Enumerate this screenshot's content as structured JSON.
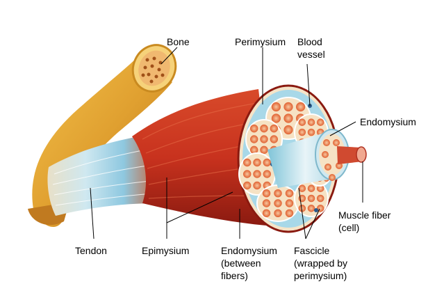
{
  "labels": {
    "bone": "Bone",
    "perimysium": "Perimysium",
    "blood_vessel": [
      "Blood",
      "vessel"
    ],
    "endomysium_right": "Endomysium",
    "muscle_fiber": [
      "Muscle fiber",
      "(cell)"
    ],
    "tendon": "Tendon",
    "epimysium": "Epimysium",
    "endomysium_bottom": [
      "Endomysium",
      "(between",
      "fibers)"
    ],
    "fascicle": [
      "Fascicle",
      "(wrapped by",
      "perimysium)"
    ]
  },
  "colors": {
    "muscle_red": "#c8321e",
    "muscle_dark": "#8a1a10",
    "bone_gold": "#e0a030",
    "tendon_blue": "#8ec8e0",
    "perimysium_blue": "#a8d8e8",
    "fiber_orange": "#e8743c",
    "fiber_core": "#f4b890"
  }
}
